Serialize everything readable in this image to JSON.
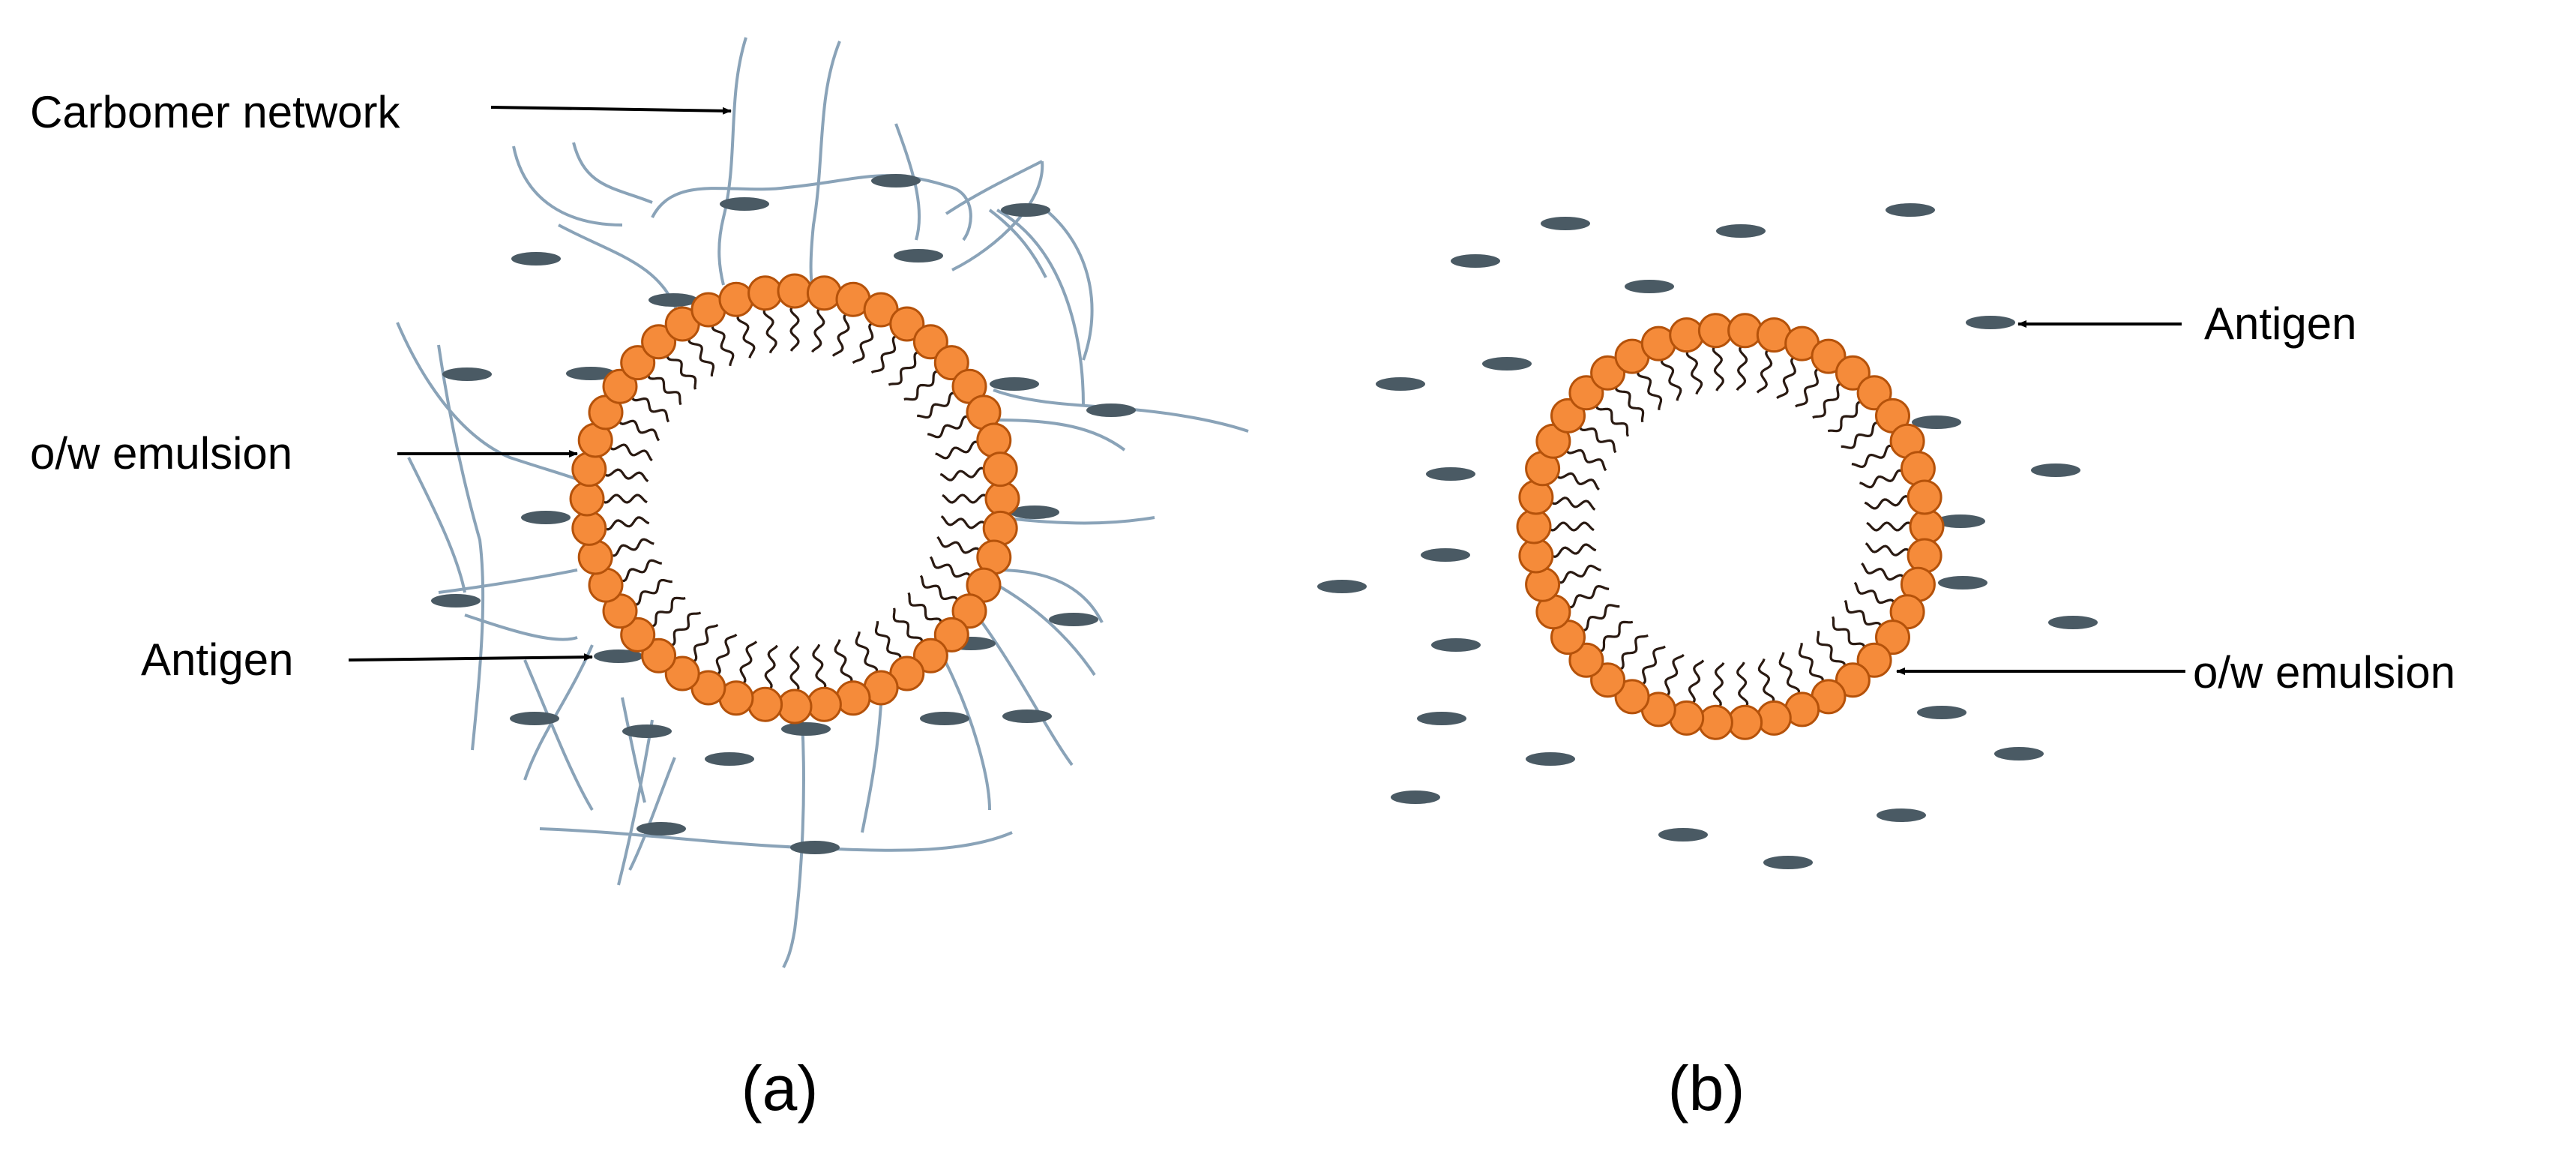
{
  "colors": {
    "droplet_head": "#f58b3a",
    "droplet_head_stroke": "#b5520a",
    "tail": "#2a1a12",
    "antigen": "#4a5a64",
    "carbomer_fiber": "#8aa3b8",
    "background": "#ffffff",
    "text": "#000000"
  },
  "panel_a": {
    "caption": "(a)",
    "labels": {
      "carbomer_network": "Carbomer network",
      "emulsion": "o/w emulsion",
      "antigen": "Antigen"
    }
  },
  "panel_b": {
    "caption": "(b)",
    "labels": {
      "antigen": "Antigen",
      "emulsion": "o/w emulsion"
    }
  }
}
